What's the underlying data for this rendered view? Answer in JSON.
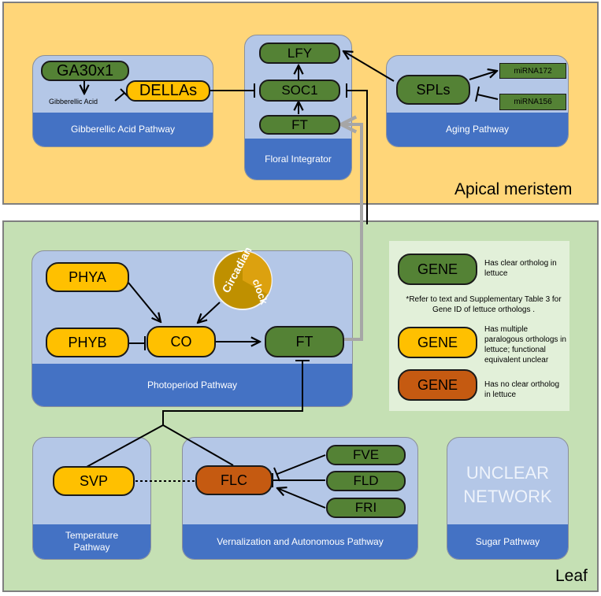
{
  "colors": {
    "apical_bg": "#ffd679",
    "leaf_bg": "#c5e0b4",
    "panel_bg": "#b4c7e7",
    "panel_footer": "#4472c4",
    "clear_ortholog": "#548235",
    "multiple_orthologs": "#ffc000",
    "no_ortholog": "#c55a11",
    "circadian": "#bf9000"
  },
  "regions": {
    "apical": "Apical meristem",
    "leaf": "Leaf"
  },
  "pathways": {
    "gibberellic": "Gibberellic Acid Pathway",
    "floral": "Floral Integrator",
    "aging": "Aging Pathway",
    "photoperiod": "Photoperiod Pathway",
    "temperature": "Temperature Pathway",
    "vernalization": "Vernalization and Autonomous  Pathway",
    "sugar": "Sugar Pathway"
  },
  "genes": {
    "ga3ox1": "GA30x1",
    "gibberellic_acid": "Gibberellic Acid",
    "dellas": "DELLAs",
    "lfy": "LFY",
    "soc1": "SOC1",
    "ft_apical": "FT",
    "spls": "SPLs",
    "mirna172": "miRNA172",
    "mirna156": "miRNA156",
    "phya": "PHYA",
    "phyb": "PHYB",
    "co": "CO",
    "ft_leaf": "FT",
    "svp": "SVP",
    "flc": "FLC",
    "fve": "FVE",
    "fld": "FLD",
    "fri": "FRI"
  },
  "circadian": {
    "line1": "Circadian",
    "line2": "clock"
  },
  "unclear_network": {
    "line1": "UNCLEAR",
    "line2": "NETWORK"
  },
  "legend": {
    "gene_word": "GENE",
    "clear": "Has clear ortholog in lettuce",
    "note": "*Refer to text and Supplementary Table 3 for Gene ID of lettuce orthologs .",
    "multiple": "Has multiple paralogous orthologs in lettuce; functional equivalent unclear",
    "none": "Has no clear ortholog in lettuce"
  }
}
